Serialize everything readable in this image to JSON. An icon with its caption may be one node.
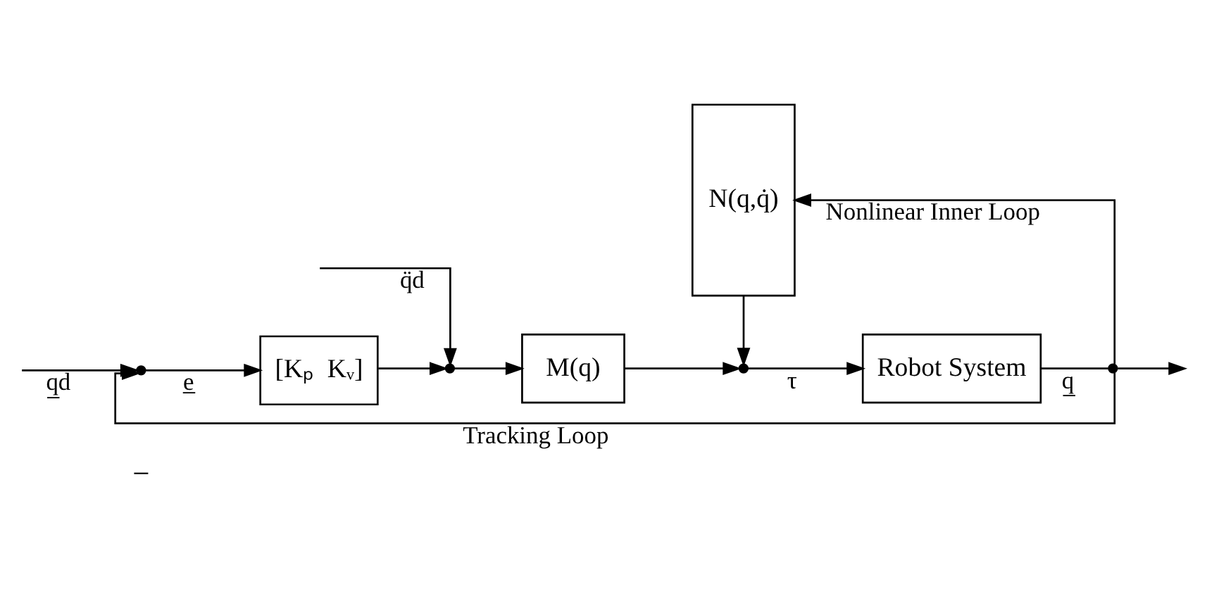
{
  "diagram": {
    "nodes": [
      {
        "text": [],
        "shape": "point"
      },
      {
        "text": [
          "[Kₚ  Kᵥ]"
        ]
      },
      {
        "text": [],
        "shape": "point"
      },
      {
        "text": [
          "M(q)"
        ]
      },
      {
        "text": [],
        "shape": "point"
      },
      {
        "text": [
          "N(q,q̇)"
        ]
      },
      {
        "text": [
          "Robot System"
        ]
      },
      {
        "text": [],
        "shape": "point"
      }
    ],
    "edges": [
      {
        "from": null,
        "to": 0,
        "arrow": "to",
        "label": "q̲d"
      },
      {
        "from": 0,
        "to": 1,
        "arrow": "to",
        "label": "e̲"
      },
      {
        "from": 1,
        "to": 2,
        "arrow": "to"
      },
      {
        "from": null,
        "to": 2,
        "arrow": "to",
        "label": "q̈d"
      },
      {
        "from": 2,
        "to": 3,
        "arrow": "to"
      },
      {
        "from": 3,
        "to": 4,
        "arrow": "to"
      },
      {
        "from": 5,
        "to": 4,
        "arrow": "to"
      },
      {
        "from": 4,
        "to": 6,
        "arrow": "to",
        "label": "τ"
      },
      {
        "from": 6,
        "to": 7,
        "arrow": "none",
        "label": "q̲"
      },
      {
        "from": 7,
        "to": null,
        "arrow": "to"
      },
      {
        "from": 7,
        "to": 5,
        "arrow": "to",
        "label": "Nonlinear Inner Loop"
      },
      {
        "from": 7,
        "to": 0,
        "arrow": "to",
        "label": "Tracking Loop"
      }
    ],
    "labels": [
      "−"
    ]
  }
}
